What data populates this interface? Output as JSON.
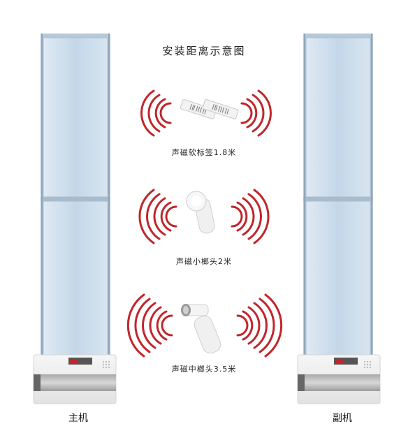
{
  "title": "安装距离示意图",
  "gates": {
    "main": {
      "label": "主机"
    },
    "secondary": {
      "label": "副机"
    }
  },
  "tags": [
    {
      "label": "声磁软标签1.8米",
      "icon": "soft-label-tag-icon"
    },
    {
      "label": "声磁小榔头2米",
      "icon": "small-hammer-tag-icon"
    },
    {
      "label": "声磁中榔头3.5米",
      "icon": "medium-hammer-tag-icon"
    }
  ],
  "colors": {
    "signal_waves": "#c0262b",
    "glass": "#cfe0ee",
    "frame": "#9fb4c6"
  }
}
